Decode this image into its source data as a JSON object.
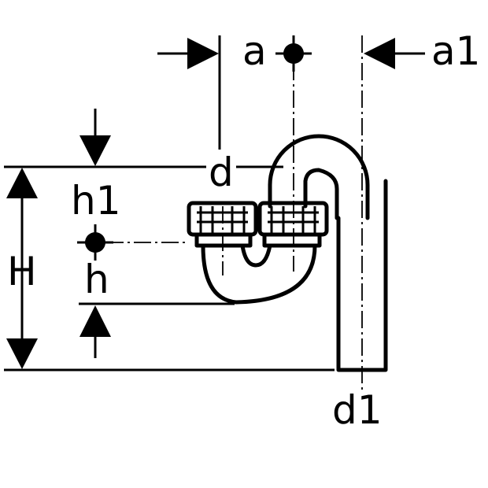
{
  "labels": {
    "a": "a",
    "a1": "a1",
    "d": "d",
    "d1": "d1",
    "h1": "h1",
    "h": "h",
    "H": "H"
  },
  "colors": {
    "line": "#000000",
    "background": "#ffffff"
  },
  "icons": {
    "axis_marker": "filled-circle-crosshair",
    "dimension_arrow": "filled-triangle-arrow"
  }
}
